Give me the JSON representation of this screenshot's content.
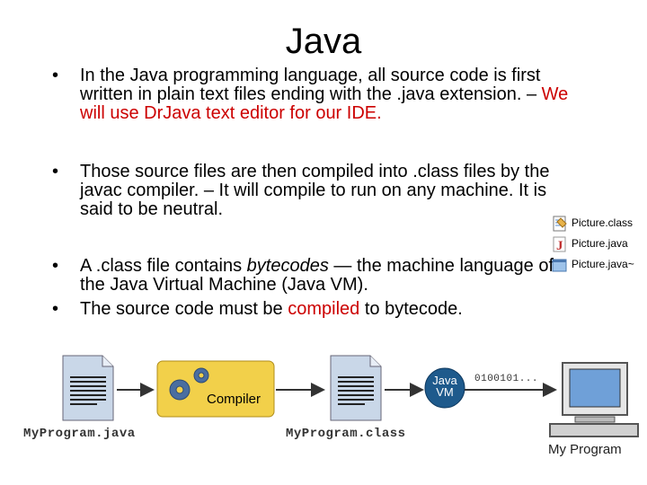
{
  "slide": {
    "title": "Java",
    "bullet_symbol": "•",
    "bullets": [
      {
        "text_1": "In the Java programming language, all source code is first written in plain text files ending with the .java extension. – ",
        "highlight": "We will use DrJava text editor for our IDE."
      },
      {
        "text_1": "Those source files are then compiled into .class files by the javac compiler. – It will compile to run on any machine.  It is said to be neutral."
      },
      {
        "text_1": "A .class file contains ",
        "italic": "bytecodes",
        "text_2": " — the machine language of the Java Virtual Machine (Java VM)."
      },
      {
        "text_1": "The source code must be ",
        "highlight": "compiled",
        "text_2": " to bytecode."
      }
    ]
  },
  "file_list": {
    "items": [
      {
        "name": "Picture.class",
        "icon": "class-file-icon"
      },
      {
        "name": "Picture.java",
        "icon": "java-file-icon"
      },
      {
        "name": "Picture.java~",
        "icon": "backup-file-icon"
      }
    ]
  },
  "diagram": {
    "source_file_label": "MyProgram.java",
    "compiler_label": "Compiler",
    "class_file_label": "MyProgram.class",
    "vm_label_line1": "Java",
    "vm_label_line2": "VM",
    "binary_stream": "0100101...",
    "computer_label": "My Program",
    "colors": {
      "compiler_fill": "#f2d04a",
      "vm_fill": "#1e5a8c",
      "document_fill": "#c9d7e8",
      "accent_red": "#cc0000"
    }
  }
}
